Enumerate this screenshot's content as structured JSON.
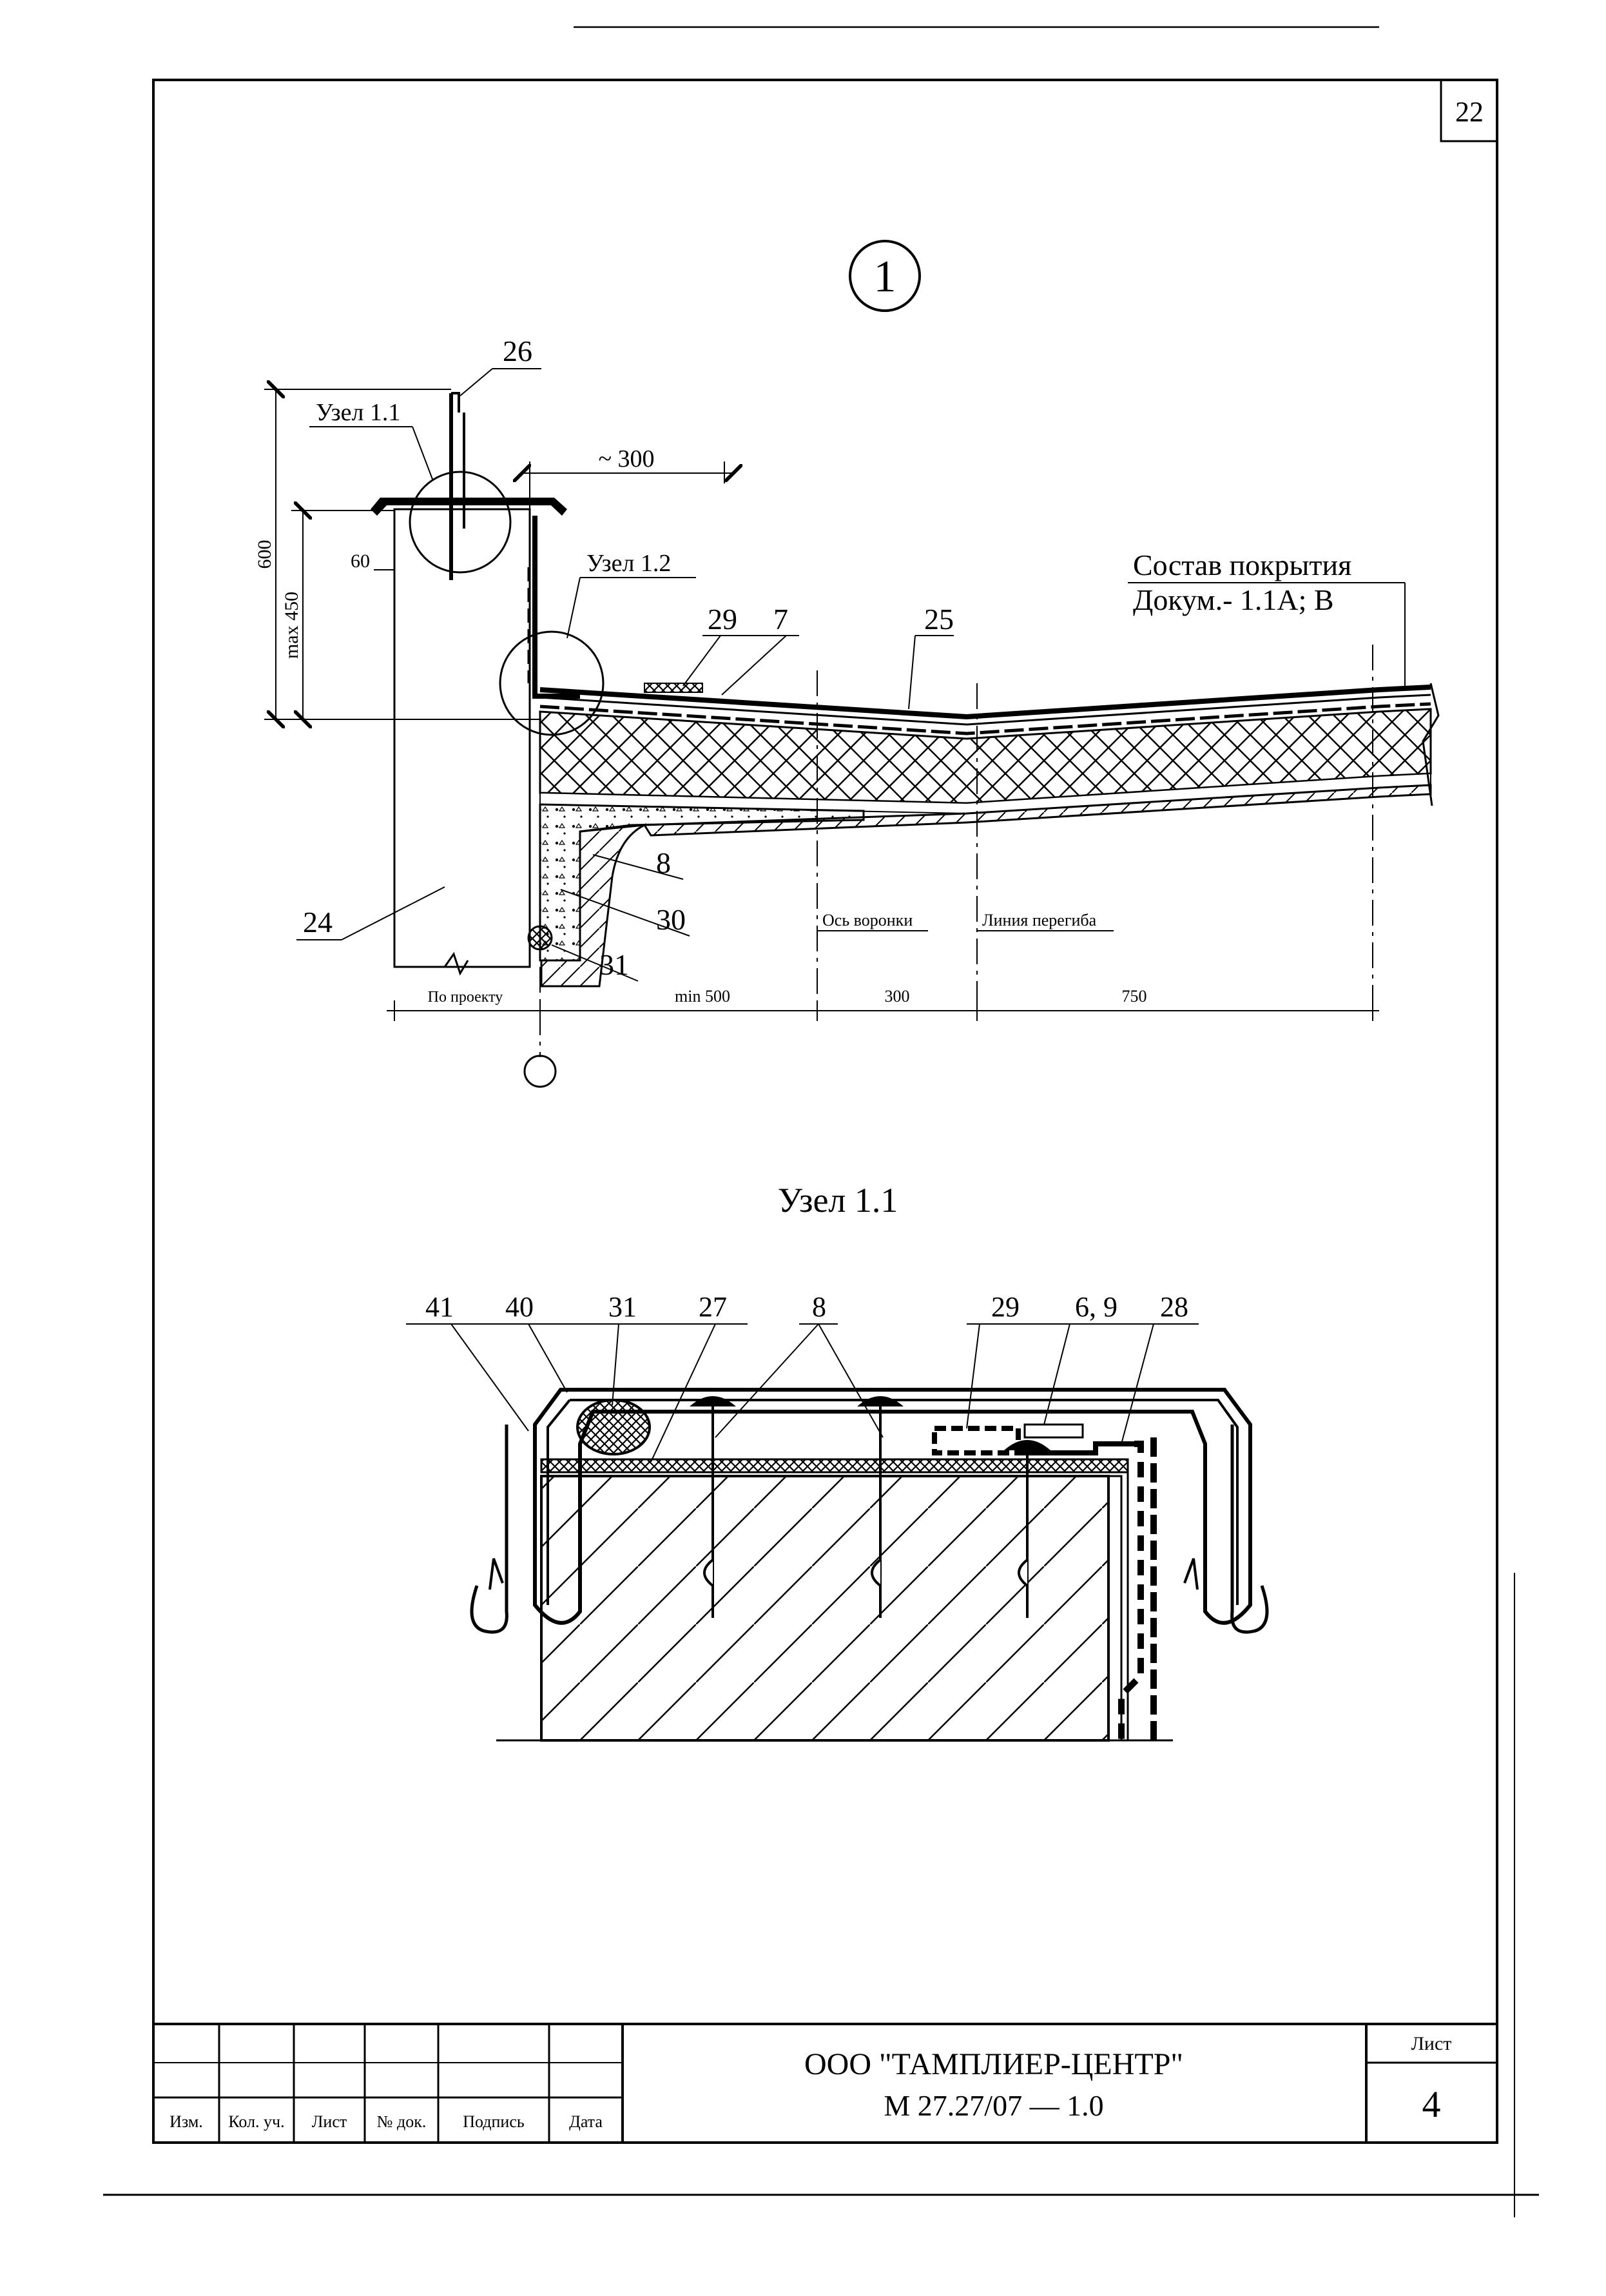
{
  "sheet_number_top": "22",
  "view_marker": "1",
  "main_detail": {
    "callouts": {
      "c26": "26",
      "c29": "29",
      "c7": "7",
      "c25": "25",
      "c8": "8",
      "c30": "30",
      "c31": "31",
      "c24": "24"
    },
    "node_label_1": "Узел 1.1",
    "node_label_2": "Узел 1.2",
    "dim_300_top": "~ 300",
    "dim_600": "600",
    "dim_max450": "max 450",
    "dim_60": "60",
    "coating_line1": "Состав покрытия",
    "coating_line2": "Докум.- 1.1А; В",
    "axis_funnel": "Ось воронки",
    "bend_line": "Линия перегиба",
    "dim_bottom": [
      "По проекту",
      "min 500",
      "300",
      "750"
    ]
  },
  "detail_1_1": {
    "title": "Узел 1.1",
    "callouts": [
      "41",
      "40",
      "31",
      "27",
      "8",
      "29",
      "6, 9",
      "28"
    ]
  },
  "title_block": {
    "company": "ООО \"ТАМПЛИЕР-ЦЕНТР\"",
    "code": "М 27.27/07 — 1.0",
    "sheet_label": "Лист",
    "sheet_number": "4",
    "columns": [
      "Изм.",
      "Кол. уч.",
      "Лист",
      "№ док.",
      "Подпись",
      "Дата"
    ]
  }
}
